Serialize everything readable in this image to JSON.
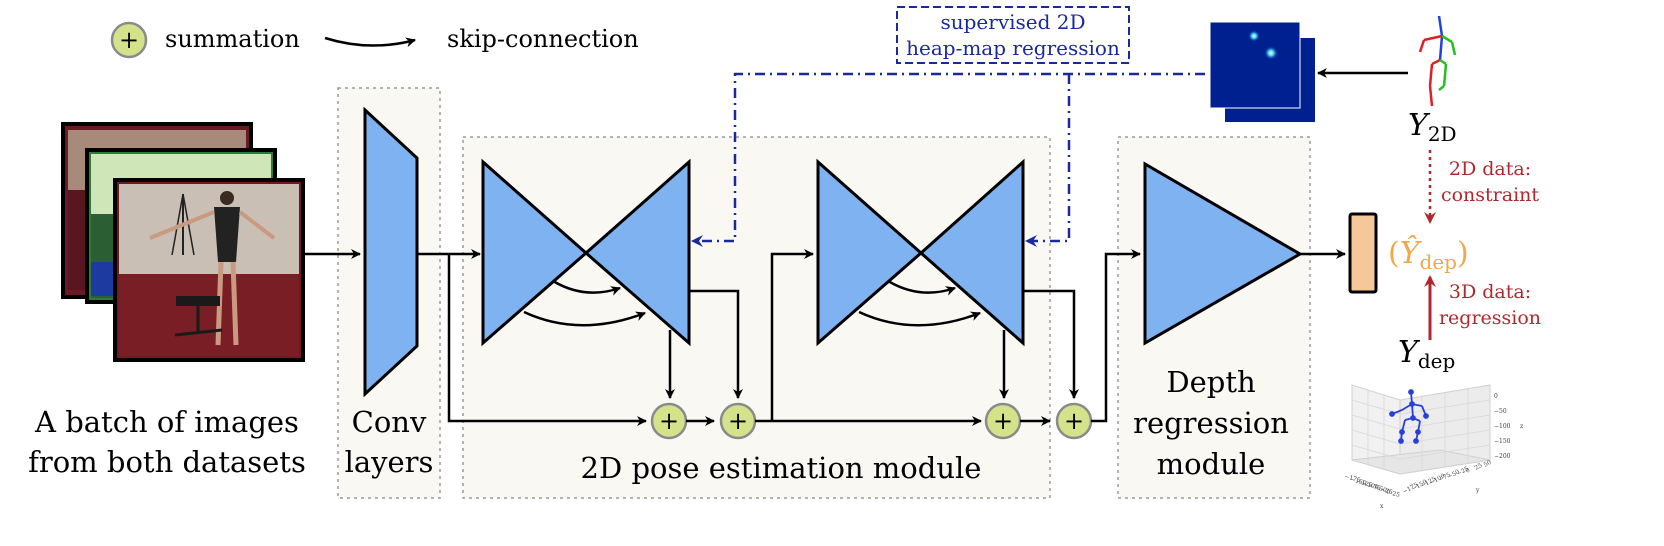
{
  "legend": {
    "summation_label": "summation",
    "skip_label": "skip-connection"
  },
  "supervision_label": [
    "supervised 2D",
    "heap-map regression"
  ],
  "input_caption": [
    "A batch of images",
    "from both datasets"
  ],
  "conv_caption": [
    "Conv",
    "layers"
  ],
  "pose_caption": "2D pose estimation module",
  "depth_caption": [
    "Depth",
    "regression",
    "module"
  ],
  "y2d": {
    "base": "Y",
    "sub": "2D"
  },
  "ydep": {
    "base": "Y",
    "sub": "dep"
  },
  "yhat": {
    "open": "(",
    "base": "Ŷ",
    "sub": "dep",
    "close": ")"
  },
  "constraint_label": [
    "2D data:",
    "constraint"
  ],
  "regression_label": [
    "3D data:",
    "regression"
  ],
  "plus_symbol": "+",
  "plot3d": {
    "z_ticks": [
      "0",
      "−50",
      "−100",
      "−150",
      "−200"
    ],
    "x_ticks": [
      "−175",
      "−150",
      "−125",
      "−100",
      "−75",
      "−50",
      "−25",
      "0",
      "25"
    ],
    "y_ticks": [
      "−175",
      "−150",
      "−125",
      "−100",
      "−75",
      "−50",
      "−25",
      "0",
      "25",
      "50"
    ],
    "x_axis": "x",
    "y_axis": "y",
    "z_axis": "z"
  },
  "colors": {
    "module_fill": "#faf8f3",
    "module_border": "#9a9a9a",
    "network_fill": "#7fb2f0",
    "plus_fill": "#d4e38a",
    "plus_stroke": "#8a8a8a",
    "supervision": "#1a2a9c",
    "red_label": "#b0282d",
    "orange": "#f0a84a",
    "output_fill": "#f5c89a",
    "heatmap_bg": "#00208f"
  }
}
